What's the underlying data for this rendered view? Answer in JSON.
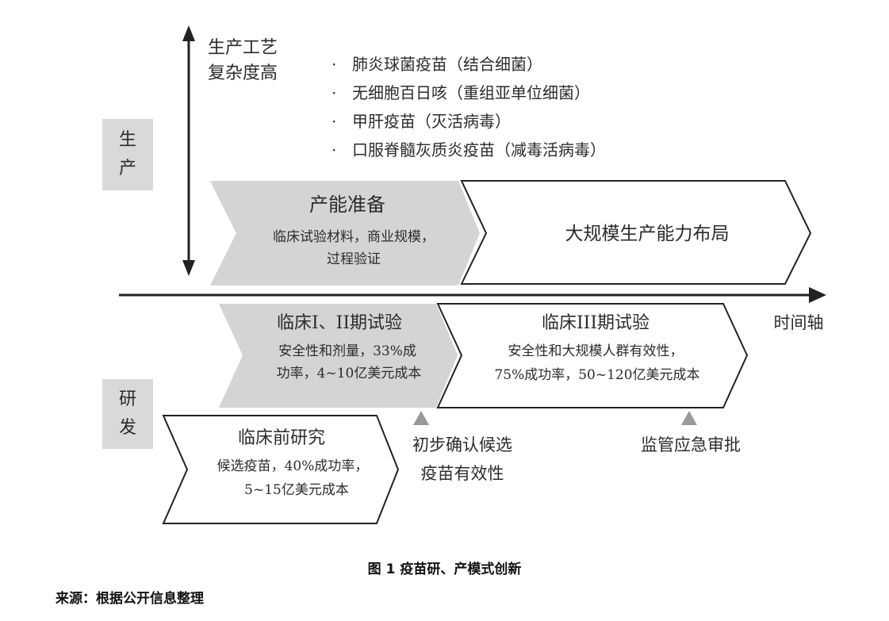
{
  "side_labels": {
    "production": [
      "生",
      "产"
    ],
    "research": [
      "研",
      "发"
    ]
  },
  "vertical_axis_label": [
    "生产工艺",
    "复杂度高"
  ],
  "vaccine_examples": [
    "肺炎球菌疫苗（结合细菌）",
    "无细胞百日咳（重组亚单位细菌）",
    "甲肝疫苗（灭活病毒）",
    "口服脊髓灰质炎疫苗（减毒活病毒）"
  ],
  "bullet": "·",
  "stages": {
    "capacity_prep": {
      "title": "产能准备",
      "lines": [
        "临床试验材料，商业规模，",
        "过程验证"
      ]
    },
    "large_scale": {
      "title": "大规模生产能力布局"
    },
    "phase12": {
      "title": "临床I、II期试验",
      "lines": [
        "安全性和剂量，33%成",
        "功率，4~10亿美元成本"
      ]
    },
    "phase3": {
      "title": "临床III期试验",
      "lines": [
        "安全性和大规模人群有效性，",
        "75%成功率，50~120亿美元成本"
      ]
    },
    "preclinical": {
      "title": "临床前研究",
      "lines": [
        "候选疫苗，40%成功率，",
        "5~15亿美元成本"
      ]
    }
  },
  "time_axis_label": "时间轴",
  "milestones": {
    "candidate": [
      "初步确认候选",
      "疫苗有效性"
    ],
    "approval": "监管应急审批"
  },
  "caption": "图 1 疫苗研、产模式创新",
  "source": "来源：根据公开信息整理",
  "colors": {
    "gray_fill": "#d4d4d4",
    "label_box": "#d9d9d9",
    "stroke": "#222222",
    "marker": "#9a9a9a"
  }
}
